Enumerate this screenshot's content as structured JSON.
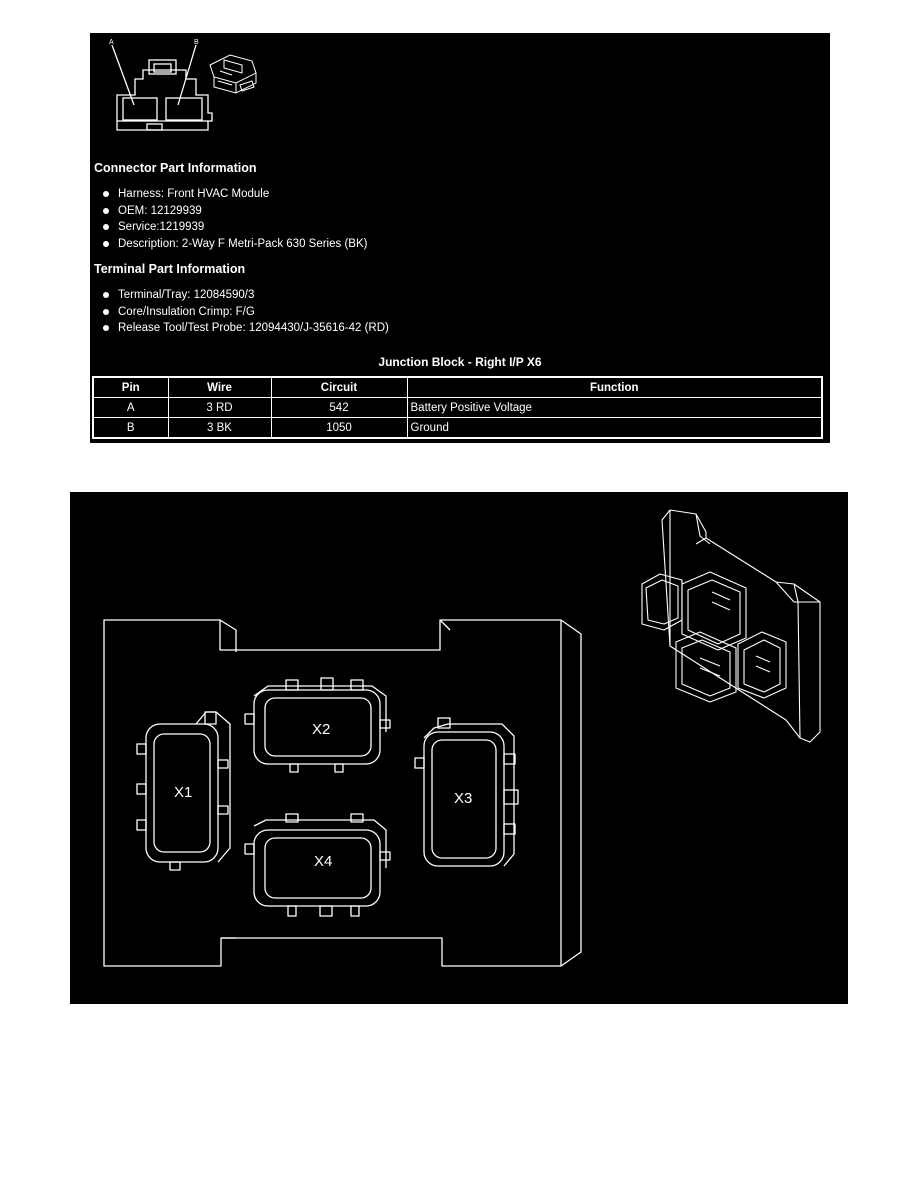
{
  "connector_diagram": {
    "pin_labels": [
      "A",
      "B"
    ]
  },
  "connector_part_info": {
    "heading": "Connector Part Information",
    "items": [
      "Harness: Front HVAC Module",
      "OEM: 12129939",
      "Service:1219939",
      "Description: 2-Way F Metri-Pack 630 Series (BK)"
    ]
  },
  "terminal_part_info": {
    "heading": "Terminal Part Information",
    "items": [
      "Terminal/Tray: 12084590/3",
      "Core/Insulation Crimp: F/G",
      "Release Tool/Test Probe: 12094430/J-35616-42 (RD)"
    ]
  },
  "pin_table": {
    "title": "Junction Block - Right I/P X6",
    "columns": [
      "Pin",
      "Wire",
      "Circuit",
      "Function"
    ],
    "rows": [
      [
        "A",
        "3 RD",
        "542",
        "Battery Positive Voltage"
      ],
      [
        "B",
        "3 BK",
        "1050",
        "Ground"
      ]
    ]
  },
  "junction_block_diagram": {
    "connector_labels": [
      "X1",
      "X2",
      "X3",
      "X4"
    ]
  }
}
